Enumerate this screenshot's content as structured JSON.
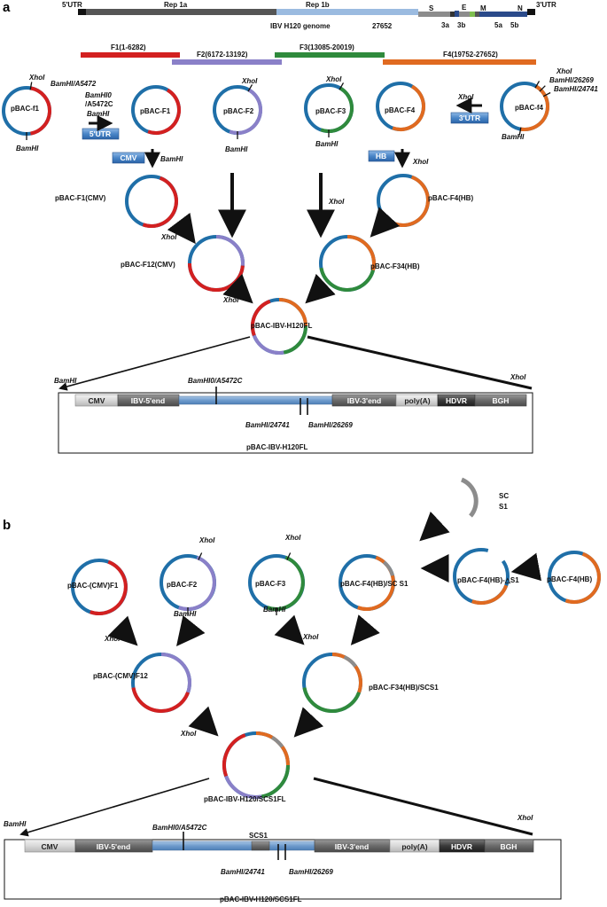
{
  "panels": {
    "a": "a",
    "b": "b"
  },
  "genome": {
    "utr5": "5'UTR",
    "utr3": "3'UTR",
    "rep1a": "Rep 1a",
    "rep1b": "Rep 1b",
    "title": "IBV H120 genome",
    "length": "27652",
    "S": "S",
    "E": "E",
    "M": "M",
    "N": "N",
    "g3a": "3a",
    "g3b": "3b",
    "g5a": "5a",
    "g5b": "5b"
  },
  "fragments": {
    "f1": "F1(1-6282)",
    "f2": "F2(6172-13192)",
    "f3": "F3(13085-20019)",
    "f4": "F4(19752-27652)"
  },
  "labels_a": {
    "pbac_f1_small": "pBAC-f1",
    "pbac_f1": "pBAC-F1",
    "pbac_f2": "pBAC-F2",
    "pbac_f3": "pBAC-F3",
    "pbac_f4": "pBAC-F4",
    "pbac_f4_small": "pBAC-f4",
    "pbac_f1_cmv": "pBAC-F1(CMV)",
    "pbac_f4_hb": "pBAC-F4(HB)",
    "pbac_f12_cmv": "pBAC-F12(CMV)",
    "pbac_f34_hb": "pBAC-F34(HB)",
    "pbac_full": "pBAC-IBV-H120FL",
    "box_5utr": "5'UTR",
    "box_3utr": "3'UTR",
    "box_cmv": "CMV",
    "box_hb": "HB",
    "xhoi": "XhoI",
    "bamhi": "BamHI",
    "bamhi_a5472": "BamHI/A5472",
    "bamhi0_line1": "BamHI0",
    "bamhi0_line2": "/A5472C",
    "bamhi_26269": "BamHI/26269",
    "bamhi_24741": "BamHI/24741",
    "construct": {
      "bamhi_left": "BamHI",
      "xhoi_right": "XhoI",
      "bamhi0": "BamHI0/A5472C",
      "bamhi_24741": "BamHI/24741",
      "bamhi_26269": "BamHI/26269",
      "cmv": "CMV",
      "ibv5": "IBV-5'end",
      "ibv3": "IBV-3'end",
      "polya": "poly(A)",
      "hdvr": "HDVR",
      "bgh": "BGH",
      "name": "pBAC-IBV-H120FL"
    }
  },
  "labels_b": {
    "scs1_line1": "SC",
    "scs1_line2": "S1",
    "pbac_cmv_f1": "pBAC-(CMV)F1",
    "pbac_f2": "pBAC-F2",
    "pbac_f3": "pBAC-F3",
    "pbac_f4_hb_scs1": "pBAC-F4(HB)/SC S1",
    "pbac_f4_hb_ds1": "pBAC-F4(HB)-△S1",
    "pbac_f4_hb": "pBAC-F4(HB)",
    "pbac_cmv_f12": "pBAC-(CMV)F12",
    "pbac_f34_scs1": "pBAC-F34(HB)/SCS1",
    "pbac_full": "pBAC-IBV-H120/SCS1FL",
    "xhoi": "XhoI",
    "bamhi": "BamHI",
    "construct": {
      "bamhi_left": "BamHI",
      "xhoi_right": "XhoI",
      "bamhi0": "BamHI0/A5472C",
      "scs1": "SCS1",
      "bamhi_24741": "BamHI/24741",
      "bamhi_26269": "BamHI/26269",
      "cmv": "CMV",
      "ibv5": "IBV-5'end",
      "ibv3": "IBV-3'end",
      "polya": "poly(A)",
      "hdvr": "HDVR",
      "bgh": "BGH",
      "name": "pBAC-IBV-H120/SCS1FL"
    }
  },
  "colors": {
    "backbone": "#1f6fa8",
    "f1": "#d32020",
    "f2": "#8a80c8",
    "f3": "#2f8a3c",
    "f4": "#e06a20",
    "scs1": "#8c8c8c",
    "rep1a": "#555555",
    "rep1b": "#9bbbe0"
  }
}
